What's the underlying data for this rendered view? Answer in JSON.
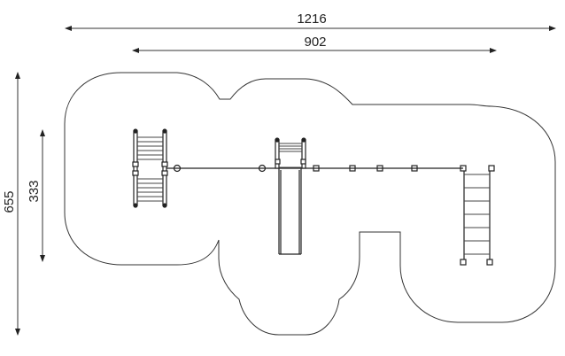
{
  "dimensions": {
    "overall_width": "1216",
    "equipment_width": "902",
    "overall_depth": "655",
    "equipment_depth": "333"
  },
  "colors": {
    "line": "#333333",
    "background": "#ffffff"
  }
}
